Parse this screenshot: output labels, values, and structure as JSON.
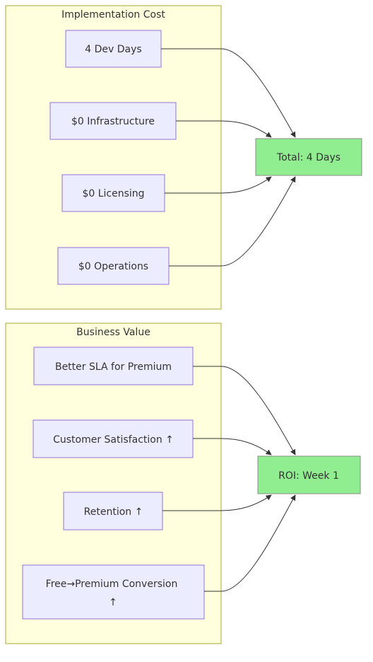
{
  "groups": [
    {
      "title": "Implementation Cost",
      "nodes": [
        "4 Dev Days",
        "$0 Infrastructure",
        "$0 Licensing",
        "$0 Operations"
      ],
      "result": "Total: 4 Days"
    },
    {
      "title": "Business Value",
      "nodes": [
        "Better SLA for Premium",
        "Customer Satisfaction ↑",
        "Retention ↑",
        [
          "Free→Premium Conversion",
          "↑"
        ]
      ],
      "result": "ROI: Week 1"
    }
  ],
  "colors": {
    "group_fill": "#ffffde",
    "group_stroke": "#aaaa33",
    "node_fill": "#ececff",
    "node_stroke": "#9370db",
    "result_fill": "#90ee90",
    "result_stroke": "#8a8a8a",
    "edge": "#333333",
    "text": "#333333"
  }
}
